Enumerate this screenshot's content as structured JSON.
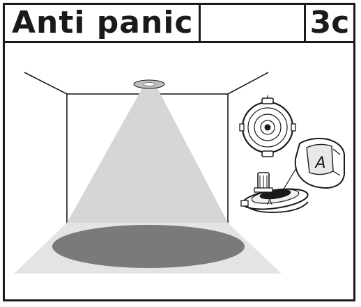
{
  "header": {
    "title": "Anti panic",
    "step": "3c"
  },
  "detail": {
    "marker_letter": "A"
  },
  "colors": {
    "ink": "#1a1a1a",
    "light_cone": "#d6d6d6",
    "floor": "#e4e4e4",
    "floor_spot": "#7a7a7a"
  }
}
